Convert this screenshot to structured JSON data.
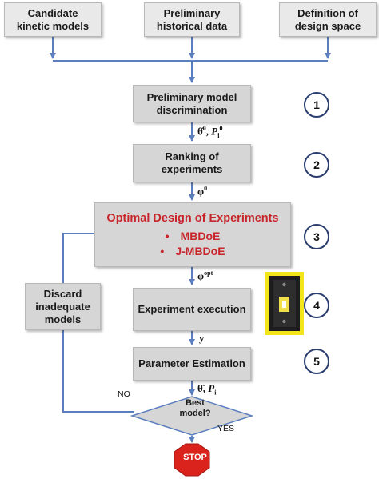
{
  "inputs": {
    "candidate_models": "Candidate\nkinetic models",
    "historical_data": "Preliminary\nhistorical data",
    "design_space": "Definition of\ndesign space"
  },
  "steps": {
    "discrimination": "Preliminary model\ndiscrimination",
    "ranking": "Ranking of\nexperiments",
    "optimal_title": "Optimal Design of Experiments",
    "optimal_items": [
      "MBDoE",
      "J-MBDoE"
    ],
    "execution": "Experiment execution",
    "estimation": "Parameter Estimation"
  },
  "step_numbers": [
    "1",
    "2",
    "3",
    "4",
    "5"
  ],
  "discard": "Discard\ninadequate\nmodels",
  "decision": {
    "question": "Best\nmodel?",
    "no_label": "NO",
    "yes_label": "YES"
  },
  "stop_label": "STOP",
  "symbols": {
    "theta0_base": "θ̂",
    "theta0_sup": "0",
    "p0_base": "P",
    "p0_sub": "i",
    "p0_sup": "0",
    "phi0_base": "φ",
    "phi0_sup": "0",
    "phiopt_base": "φ",
    "phiopt_sup": "opt",
    "y": "y",
    "theta_hat": "θ̂",
    "p_base": "P",
    "p_sub": "i",
    "comma": ","
  },
  "colors": {
    "box_fill": "#d6d6d6",
    "arrow": "#5b7fbe",
    "accent_red": "#c8252a",
    "stop_red": "#d9231c",
    "circle_border": "#2b3d6e",
    "device_frame": "#f2e61a"
  }
}
